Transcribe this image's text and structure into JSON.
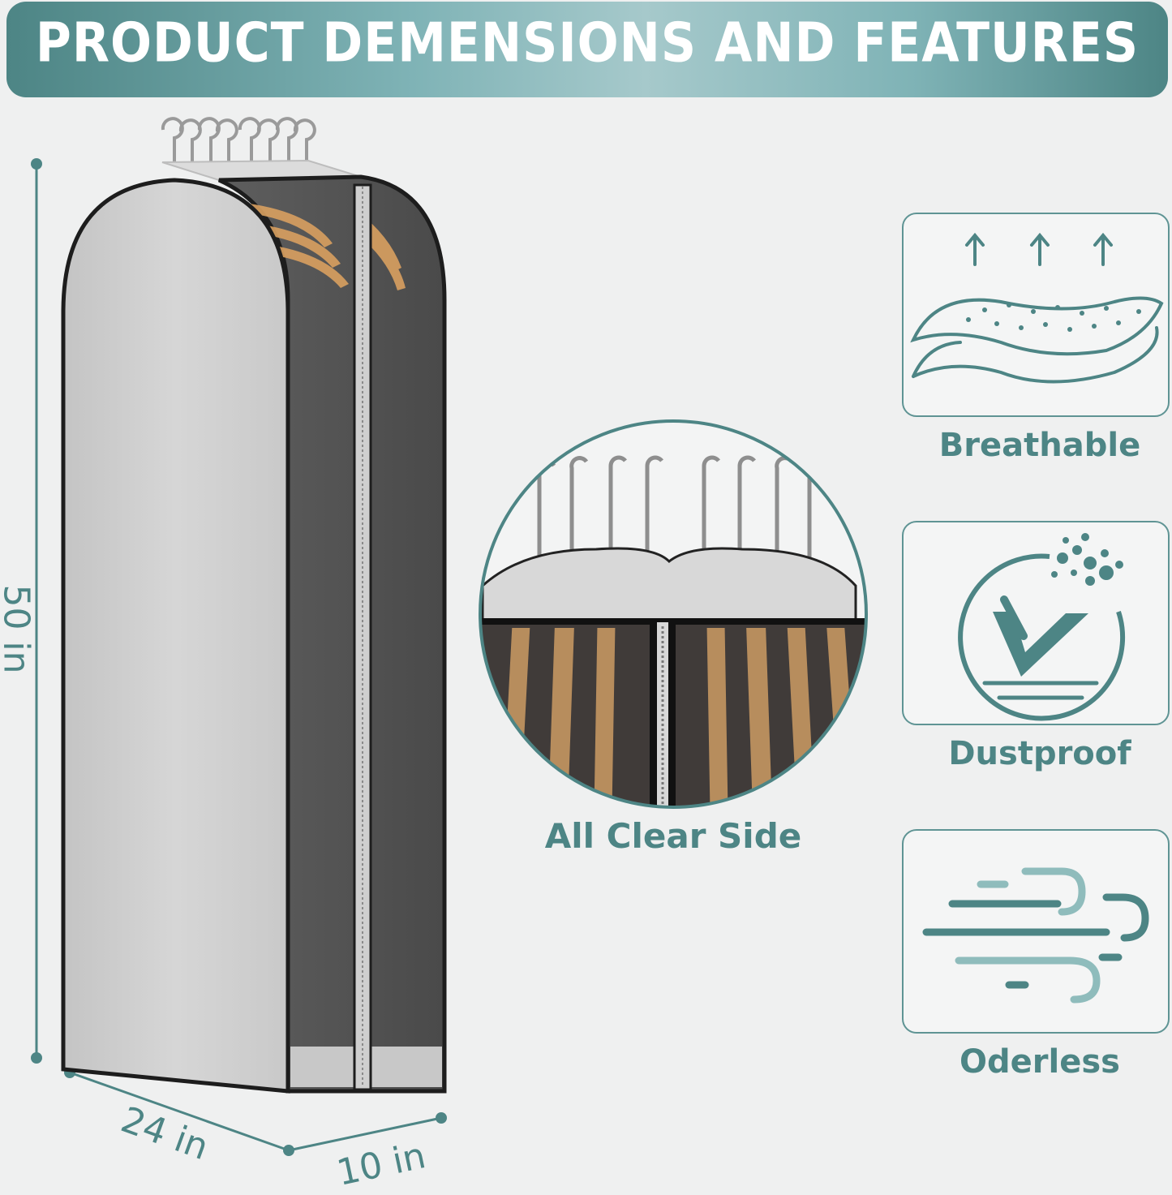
{
  "banner": {
    "title": "PRODUCT DEMENSIONS AND FEATURES"
  },
  "dimensions": {
    "height": "50 in",
    "width": "24 in",
    "depth": "10 in"
  },
  "detail": {
    "caption": "All Clear Side"
  },
  "features": [
    {
      "label": "Breathable",
      "icon": "breathable-icon"
    },
    {
      "label": "Dustproof",
      "icon": "dustproof-icon"
    },
    {
      "label": "Oderless",
      "icon": "odorless-icon"
    }
  ],
  "colors": {
    "accent": "#4d8585",
    "bag": "#d0d0d0",
    "hanger_wood": "#d9a060"
  }
}
